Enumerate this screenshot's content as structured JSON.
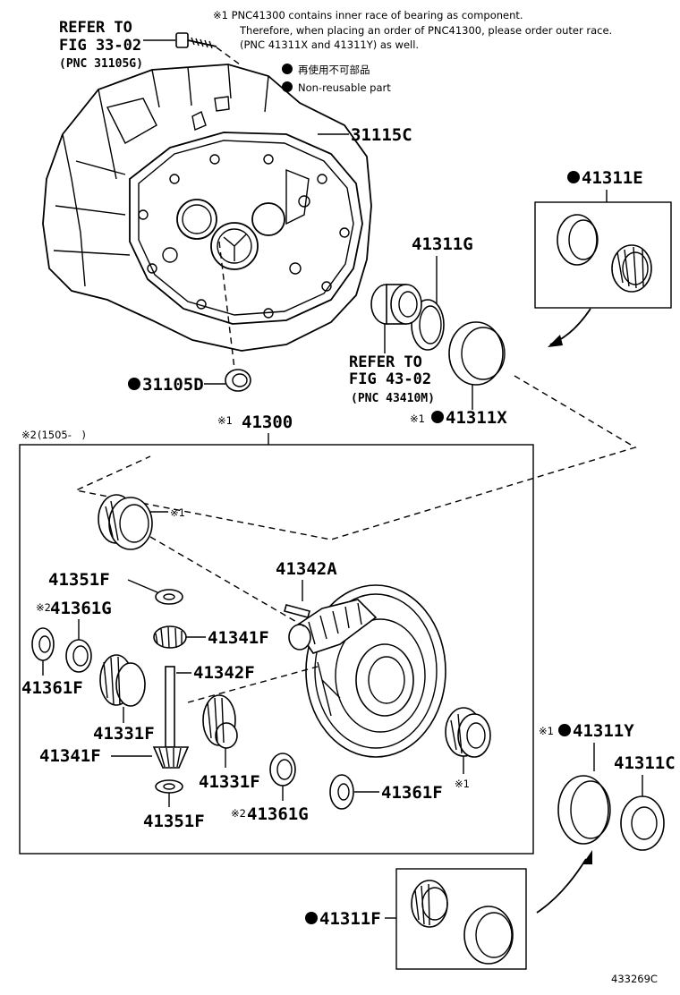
{
  "notes": {
    "line1": "※1 PNC41300 contains inner race of bearing as component.",
    "line2": "Therefore, when placing an order of PNC41300, please order outer race.",
    "line3": "(PNC 41311X and 41311Y) as well.",
    "legend_jp": "再使用不可部品",
    "legend_en": "Non-reusable part"
  },
  "references": {
    "ref1": {
      "line1": "REFER TO",
      "line2": "FIG 33-02",
      "line3": "(PNC 31105G)"
    },
    "ref2": {
      "line1": "REFER TO",
      "line2": "FIG 43-02",
      "line3": "(PNC 43410M)"
    }
  },
  "parts": {
    "p31115C": "31115C",
    "p31105D": "31105D",
    "p41311E": "41311E",
    "p41311G": "41311G",
    "p41311X": "41311X",
    "p41300": "41300",
    "p41342A": "41342A",
    "p41351F_top": "41351F",
    "p41361G_top": "41361G",
    "p41341F_top": "41341F",
    "p41361F_left": "41361F",
    "p41342F": "41342F",
    "p41331F_left": "41331F",
    "p41341F_bottom": "41341F",
    "p41331F_bottom": "41331F",
    "p41361G_bottom": "41361G",
    "p41361F_right": "41361F",
    "p41351F_bottom": "41351F",
    "p41311Y": "41311Y",
    "p41311C": "41311C",
    "p41311F": "41311F"
  },
  "marks": {
    "m1": "※1",
    "m2": "※2",
    "range": "(1505-　)"
  },
  "figure_code": "433269C"
}
